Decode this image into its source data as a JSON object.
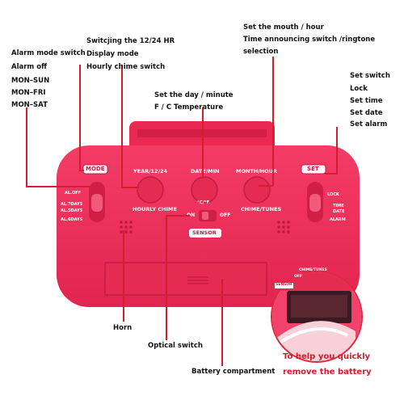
{
  "left_labels": [
    "Alarm mode switch",
    "Alarm off",
    "MON–SUN",
    "MON–FRI",
    "MON–SAT"
  ],
  "top_left_labels": [
    "Switcjing the 12/24 HR",
    "Display mode",
    "Hourly chime switch"
  ],
  "top_right_labels": [
    "Set the mouth / hour",
    "Time announcing switch /ringtone",
    "selection"
  ],
  "middle_labels": [
    "Set the day / minute",
    "F / C Temperature"
  ],
  "right_labels": [
    "Set switch",
    "Lock",
    "Set time",
    "Set date",
    "Set alarm"
  ],
  "bottom_labels": {
    "horn": "Horn",
    "optical": "Optical switch",
    "battery": "Battery compartment",
    "help_line1": "To help you quickly",
    "help_line2": "remove the battery"
  },
  "device": {
    "mode": "MODE",
    "set": "SET",
    "year": "YEAR/12/24",
    "date": "DATE/MIN",
    "month": "MONTH/HOUR",
    "hourly_chime": "HOURLY CHIME",
    "chime_tunes": "CHIME/TUNES",
    "on": "ON",
    "off": "OFF",
    "sensor": "SENSOR",
    "al_off": "AL.OFF",
    "al_7days": "AL.7DAYS",
    "al_5days": "AL.5DAYS",
    "al_6days": "AL.6DAYS",
    "lock": "LOCK",
    "time": "TIME",
    "date_small": "DATE",
    "alarm": "ALARM",
    "degree": "°C/°F",
    "inset_chime": "CHIME/TUNES",
    "inset_off": "OFF",
    "inset_sensor": "SENSOR"
  },
  "colors": {
    "body": "#f0305a",
    "body_dark": "#d01e44",
    "line": "#d21f2b"
  }
}
